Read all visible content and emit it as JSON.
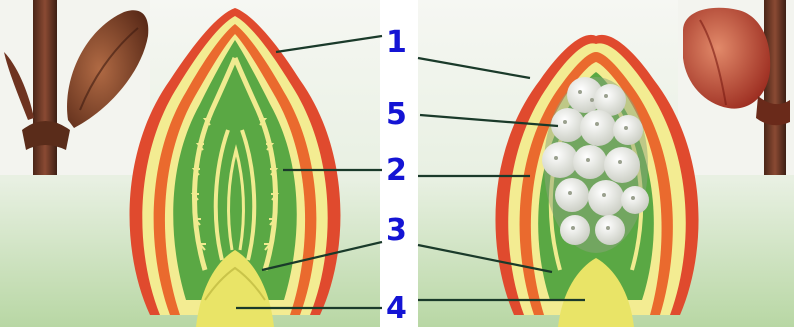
{
  "labels": {
    "l1": "1",
    "l2": "2",
    "l3": "3",
    "l4": "4",
    "l5": "5"
  },
  "colors": {
    "label": "#1414d4",
    "leaf_green": "#5fae45",
    "outer_scale_red": "#d9452b",
    "stripe_yellow": "#f2ec8e",
    "stem_yellow": "#e9e467",
    "bud_brown": "#7a3b22",
    "flower_white": "#f4f4f0"
  }
}
